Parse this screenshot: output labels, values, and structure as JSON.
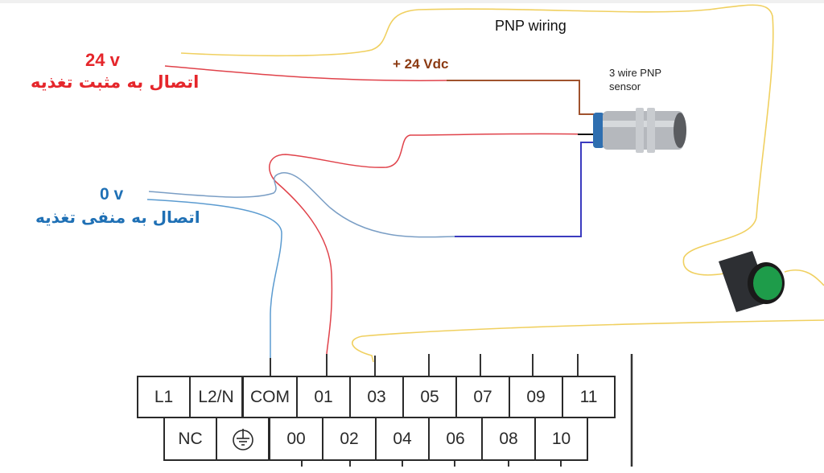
{
  "title": "PNP wiring",
  "supply_positive": {
    "voltage_label": "24 v",
    "caption_fa": "اتصال به مثبت تغذیه",
    "color": "#e5262b"
  },
  "supply_negative": {
    "voltage_label": "0 v",
    "caption_fa": "اتصال به منفی تغذیه",
    "color": "#1f70b5"
  },
  "sensor": {
    "wire_label": "+ 24 Vdc",
    "name_line1": "3 wire PNP",
    "name_line2": "sensor",
    "wire_colors": {
      "brown": "#a0522d",
      "black": "#111111",
      "blue": "#3b3bbf"
    }
  },
  "indicator_lamp": {
    "color": "#1e9c4a",
    "wire_color": "#f0d060"
  },
  "terminal_block": {
    "top_row": [
      "L1",
      "L2/N",
      "COM",
      "01",
      "03",
      "05",
      "07",
      "09",
      "11"
    ],
    "bottom_row": [
      "NC",
      "ground-symbol",
      "00",
      "02",
      "04",
      "06",
      "08",
      "10"
    ]
  }
}
